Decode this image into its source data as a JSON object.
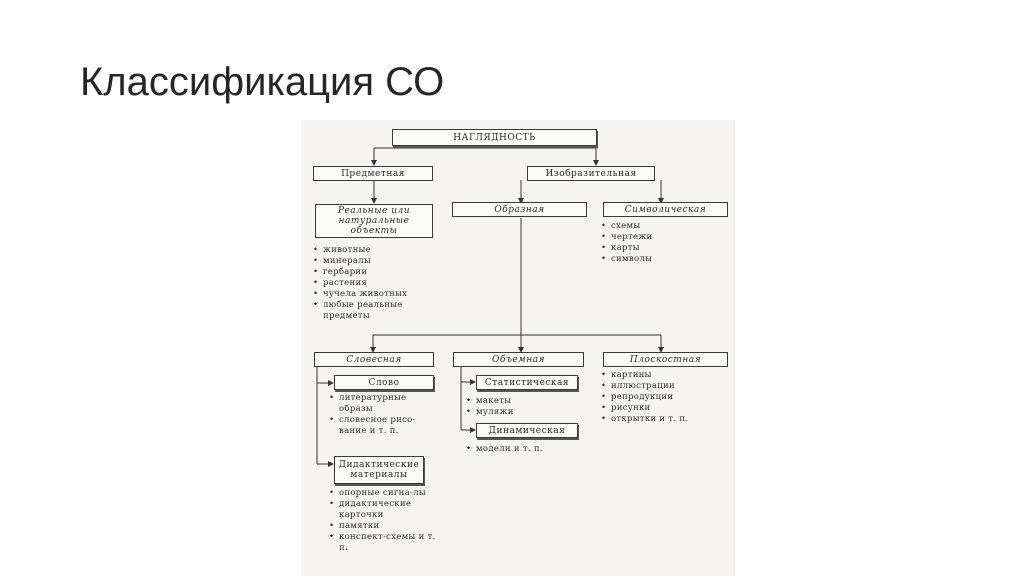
{
  "title": "Классификация СО",
  "diagram": {
    "root": "НАГЛЯДНОСТЬ",
    "predmetnaya": "Предметная",
    "izobrazitelnaya": "Изобразительная",
    "realnye": "Реальные или натуральные объекты",
    "realnye_items": [
      "животные",
      "минералы",
      "гербарии",
      "растения",
      "чучела животных",
      "любые реальные предметы"
    ],
    "obraznaya": "Образная",
    "simvolicheskaya": "Символическая",
    "simvol_items": [
      "схемы",
      "чертежи",
      "карты",
      "символы"
    ],
    "slovesnaya": "Словесная",
    "obemnaya": "Объемная",
    "ploskostnaya": "Плоскостная",
    "slovo": "Слово",
    "slovo_items": [
      "литературные образы",
      "словесное рисо-вание и т. п."
    ],
    "didakt": "Дидактические материалы",
    "didakt_items": [
      "опорные сигна-лы",
      "дидактические карточки",
      "памятки",
      "конспект-схемы и т. п."
    ],
    "statich": "Статистическая",
    "statich_items": [
      "макеты",
      "муляжи"
    ],
    "dinamich": "Динамическая",
    "dinamich_items": [
      "модели и т. п."
    ],
    "plosk_items": [
      "картины",
      "иллюстрации",
      "репродукции",
      "рисунки",
      "открытки и т. п."
    ]
  }
}
